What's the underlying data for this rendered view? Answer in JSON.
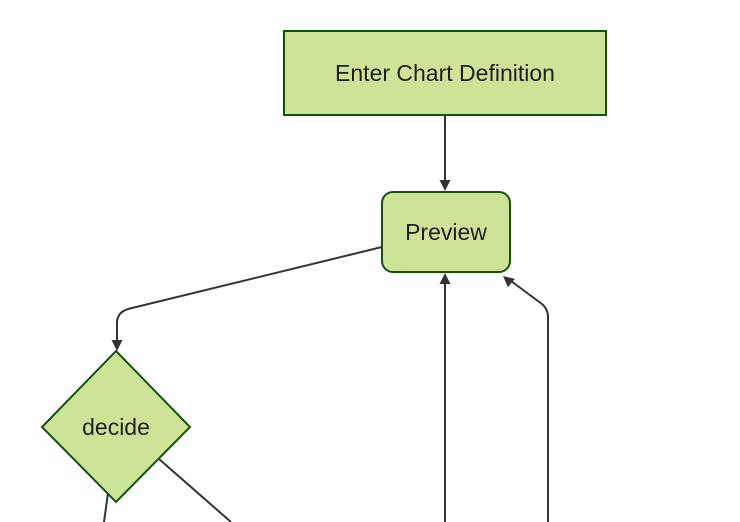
{
  "diagram": {
    "type": "flowchart",
    "direction": "top-down",
    "description": "Partial view of a flowchart (mermaid-style, forest theme); some connected nodes are cut off below the visible viewport",
    "nodes": [
      {
        "id": "enter-chart-definition",
        "label": "Enter Chart Definition",
        "shape": "rectangle"
      },
      {
        "id": "preview",
        "label": "Preview",
        "shape": "rounded-rectangle"
      },
      {
        "id": "decide",
        "label": "decide",
        "shape": "diamond"
      }
    ],
    "edges": [
      {
        "from": "enter-chart-definition",
        "to": "preview",
        "arrow": true
      },
      {
        "from": "preview",
        "to": "decide",
        "arrow": true
      },
      {
        "from": "offscreen-bottom",
        "to": "preview",
        "arrow": true
      },
      {
        "from": "offscreen-bottom-right",
        "to": "preview",
        "arrow": true
      },
      {
        "from": "decide",
        "to": "offscreen-bottom-left",
        "arrow": false
      },
      {
        "from": "decide",
        "to": "offscreen-bottom-right",
        "arrow": false
      }
    ],
    "colors": {
      "background": "#ffffff",
      "node_fill": "#cde498",
      "node_border": "#13540c",
      "edge": "#333333",
      "text": "#1f1f1f"
    }
  }
}
